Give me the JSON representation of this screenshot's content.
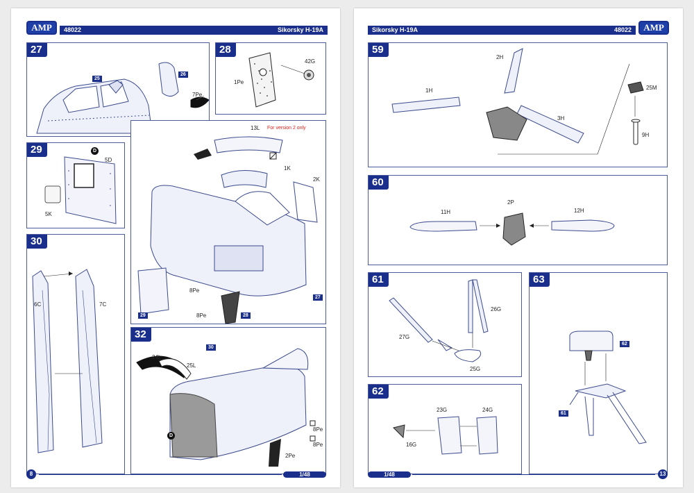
{
  "header": {
    "brand": "AMP",
    "kit_number": "48022",
    "title": "Sikorsky H-19A"
  },
  "footer": {
    "left_page": "8",
    "right_page": "13",
    "scale": "1/48"
  },
  "steps": {
    "s27": {
      "number": "27",
      "tags": [
        "25",
        "26"
      ],
      "parts": [
        "7Pe"
      ]
    },
    "s28": {
      "number": "28",
      "parts": [
        "1Pe",
        "42G"
      ]
    },
    "s29": {
      "number": "29",
      "marker": "D",
      "parts": [
        "5D",
        "5K"
      ]
    },
    "s30": {
      "number": "30",
      "parts": [
        "6C",
        "7C"
      ]
    },
    "s31": {
      "parts": [
        "13L",
        "1K",
        "2K",
        "8Pe",
        "8Pe"
      ],
      "note": "For version 2 only",
      "tags": [
        "29",
        "28",
        "27"
      ]
    },
    "s32": {
      "number": "32",
      "tag": "30",
      "marker": "D",
      "parts": [
        "24L",
        "25L",
        "8Pe",
        "8Pe",
        "2Pe"
      ]
    },
    "s59": {
      "number": "59",
      "parts": [
        "2H",
        "1H",
        "3H",
        "25M",
        "9H"
      ]
    },
    "s60": {
      "number": "60",
      "parts": [
        "11H",
        "2P",
        "12H"
      ]
    },
    "s61": {
      "number": "61",
      "parts": [
        "26G",
        "27G",
        "25G"
      ]
    },
    "s62": {
      "number": "62",
      "parts": [
        "23G",
        "24G",
        "16G"
      ]
    },
    "s63": {
      "number": "63",
      "tags": [
        "62",
        "61"
      ]
    }
  }
}
